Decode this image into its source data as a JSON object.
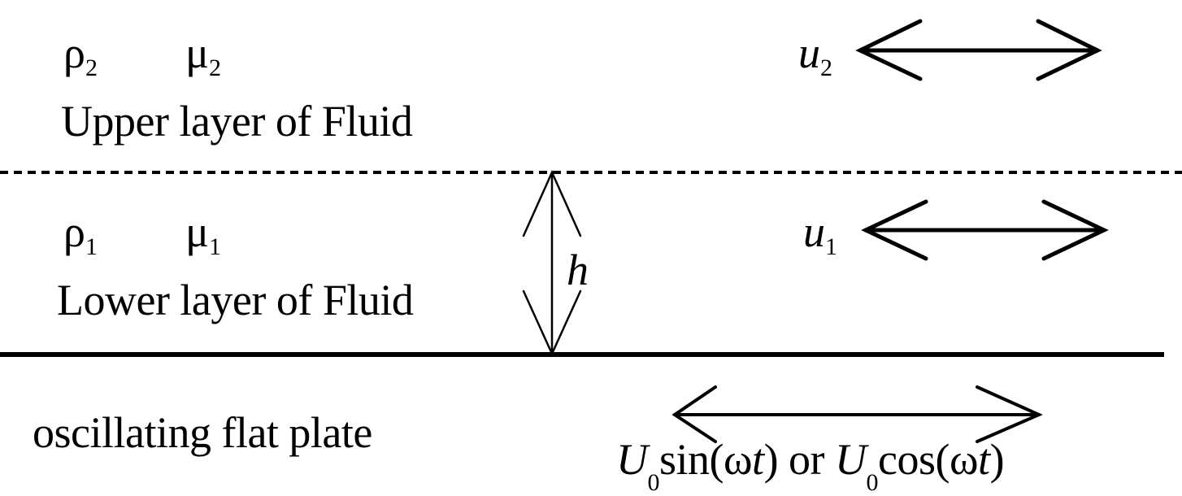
{
  "upper": {
    "rho": "ρ",
    "rho_sub": "2",
    "mu": "μ",
    "mu_sub": "2",
    "label": "Upper layer of Fluid",
    "u": "u",
    "u_sub": "2"
  },
  "lower": {
    "rho": "ρ",
    "rho_sub": "1",
    "mu": "μ",
    "mu_sub": "1",
    "label": "Lower layer of Fluid",
    "u": "u",
    "u_sub": "1"
  },
  "thickness": "h",
  "plate": {
    "label": "oscillating flat plate",
    "vel_U1": "U",
    "vel_sub1": "0",
    "vel_f1": "sin(ω",
    "vel_t1": "t",
    "vel_close1": ")",
    "vel_or": " or ",
    "vel_U2": "U",
    "vel_sub2": "0",
    "vel_f2": "cos(ω",
    "vel_t2": "t",
    "vel_close2": ")"
  },
  "colors": {
    "ink": "#000000",
    "background": "#ffffff"
  }
}
